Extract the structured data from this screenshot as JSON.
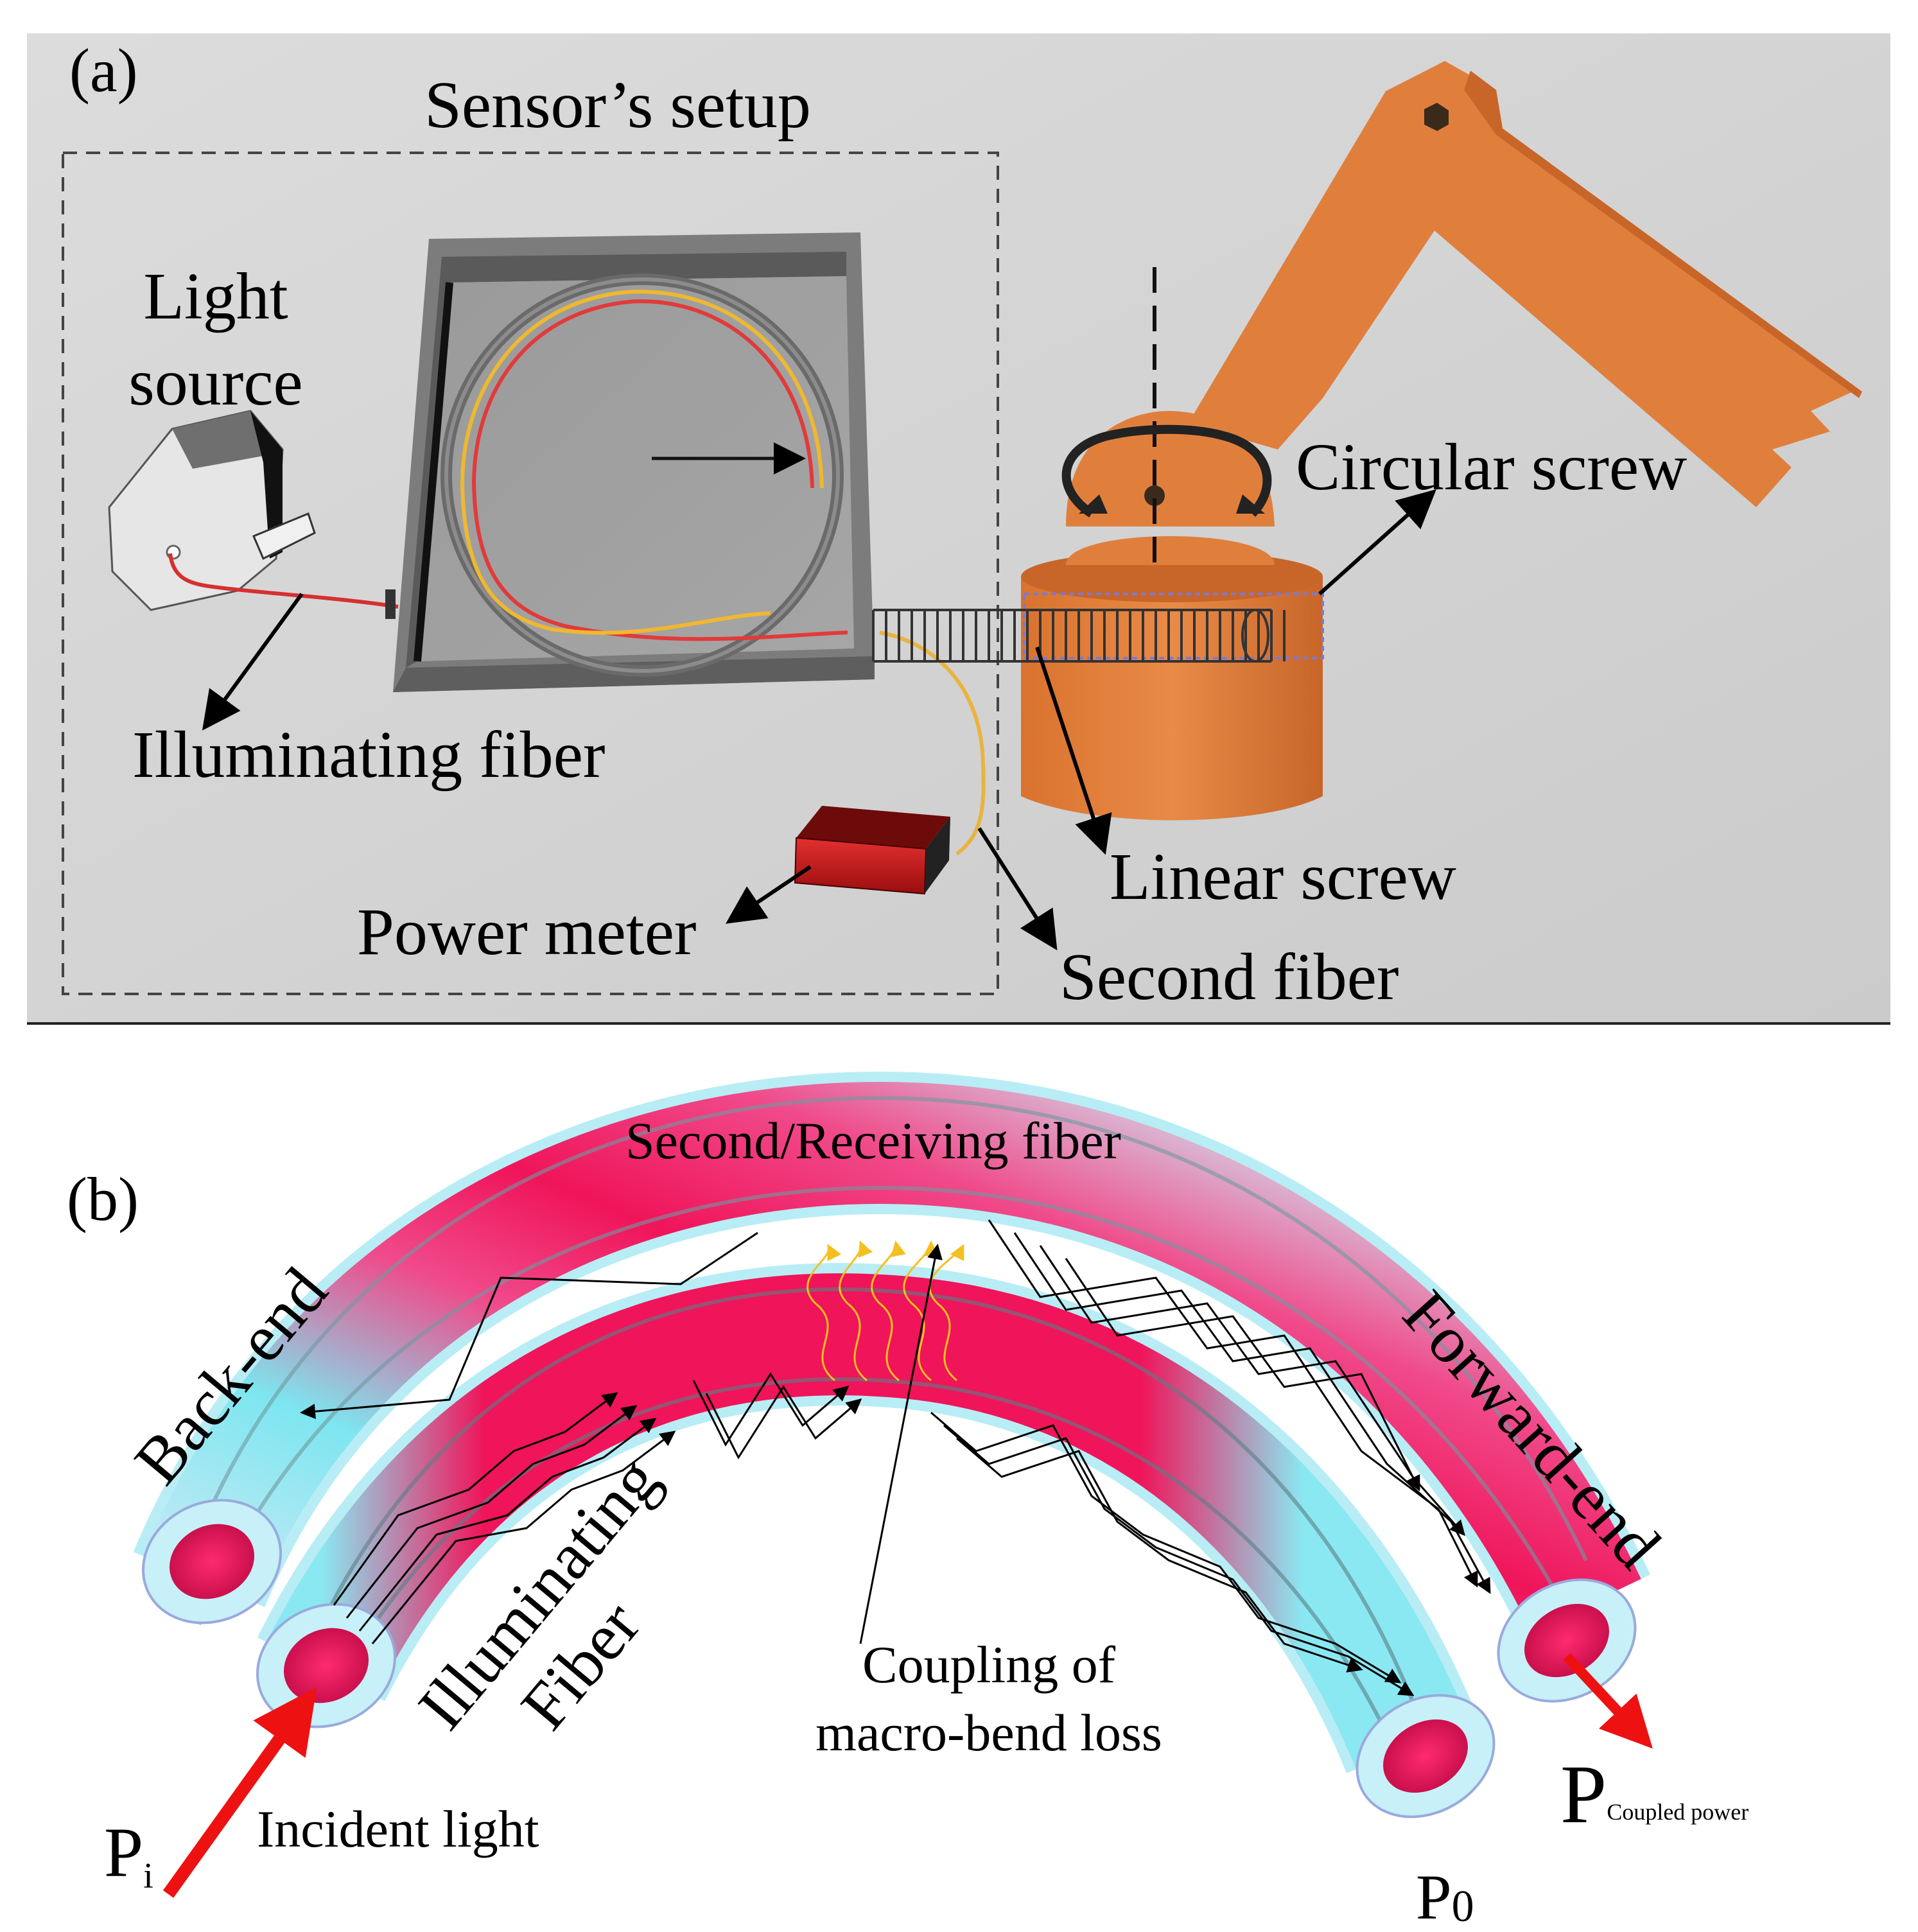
{
  "panel_a": {
    "label": "(a)",
    "setup_title": "Sensor’s setup",
    "light_source_line1": "Light",
    "light_source_line2": "source",
    "circular_screw": "Circular screw",
    "illuminating_fiber": "Illuminating fiber",
    "linear_screw": "Linear screw",
    "power_meter": "Power meter",
    "second_fiber": "Second fiber"
  },
  "panel_b": {
    "label": "(b)",
    "receiving_fiber": "Second/Receiving fiber",
    "back_end": "Back-end",
    "forward_end": "Forward-end",
    "illuminating_line1": "Illuminating",
    "illuminating_line2": "Fiber",
    "coupling_line1": "Coupling of",
    "coupling_line2": "macro-bend loss",
    "incident_light": "Incident light",
    "p_i_symbol": "P",
    "p_i_sub": "i",
    "p_0_symbol": "P",
    "p_0_sub": "0",
    "p_coupled_symbol": "P",
    "p_coupled_sub": "Coupled power"
  },
  "colors": {
    "panel_a_bg": "#d4d4d4",
    "robot_orange": "#e07f3c",
    "fiber_pink": "#f0145a",
    "fiber_cyan": "#8ae8f2",
    "arrow_red": "#ee1111"
  }
}
